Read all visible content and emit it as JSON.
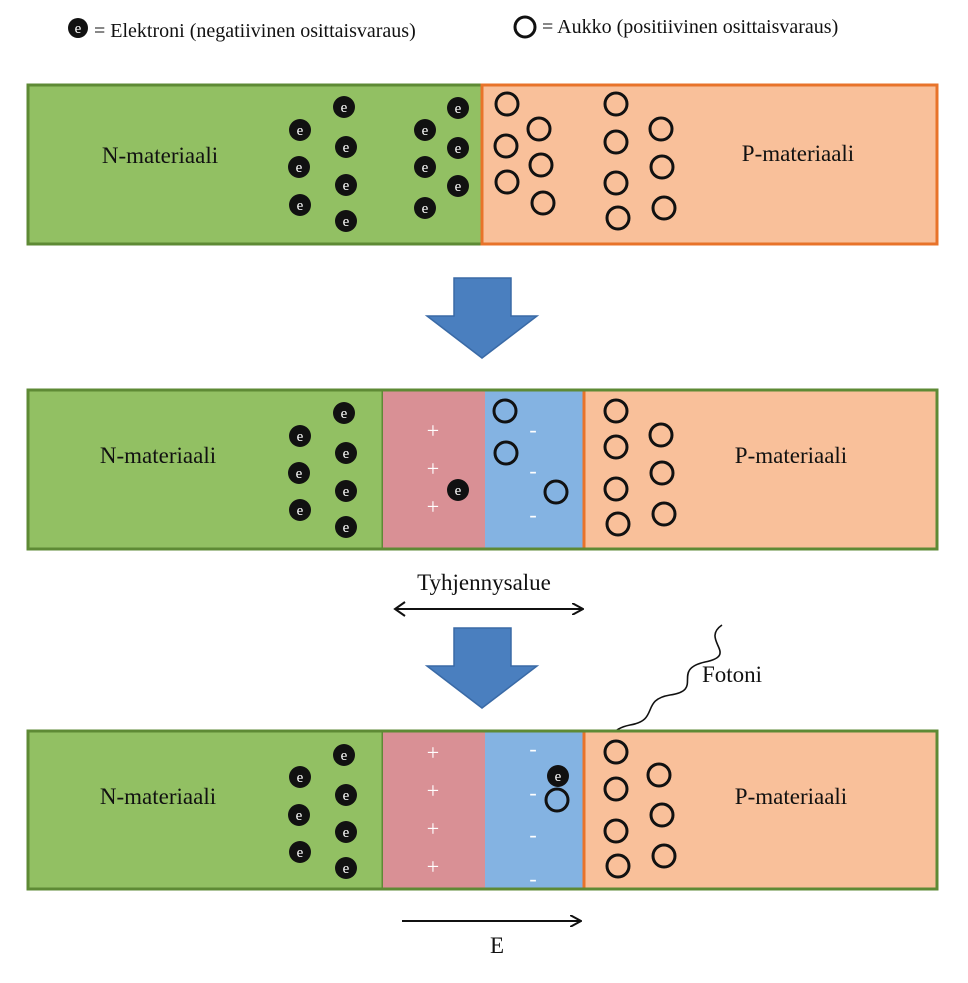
{
  "legend": {
    "electron_symbol": "e",
    "electron_text": "= Elektroni (negatiivinen osittaisvaraus)",
    "hole_text": "= Aukko (positiivinen osittaisvaraus)"
  },
  "panels": [
    {
      "n_label": "N-materiaali",
      "p_label": "P-materiaali"
    },
    {
      "n_label": "N-materiaali",
      "p_label": "P-materiaali"
    },
    {
      "n_label": "N-materiaali",
      "p_label": "P-materiaali"
    }
  ],
  "depletion_label": "Tyhjennysalue",
  "photon_label": "Fotoni",
  "field_label": "E",
  "signs": {
    "plus": "+",
    "minus": "-"
  },
  "colors": {
    "n_fill": "#92c063",
    "n_stroke": "#5e8a35",
    "p_fill": "#f9c09a",
    "p_stroke": "#e8732a",
    "plus_region": "#d99095",
    "minus_region": "#84b3e2",
    "arrow_fill": "#4a7fbf",
    "arrow_stroke": "#3a6aa6"
  }
}
